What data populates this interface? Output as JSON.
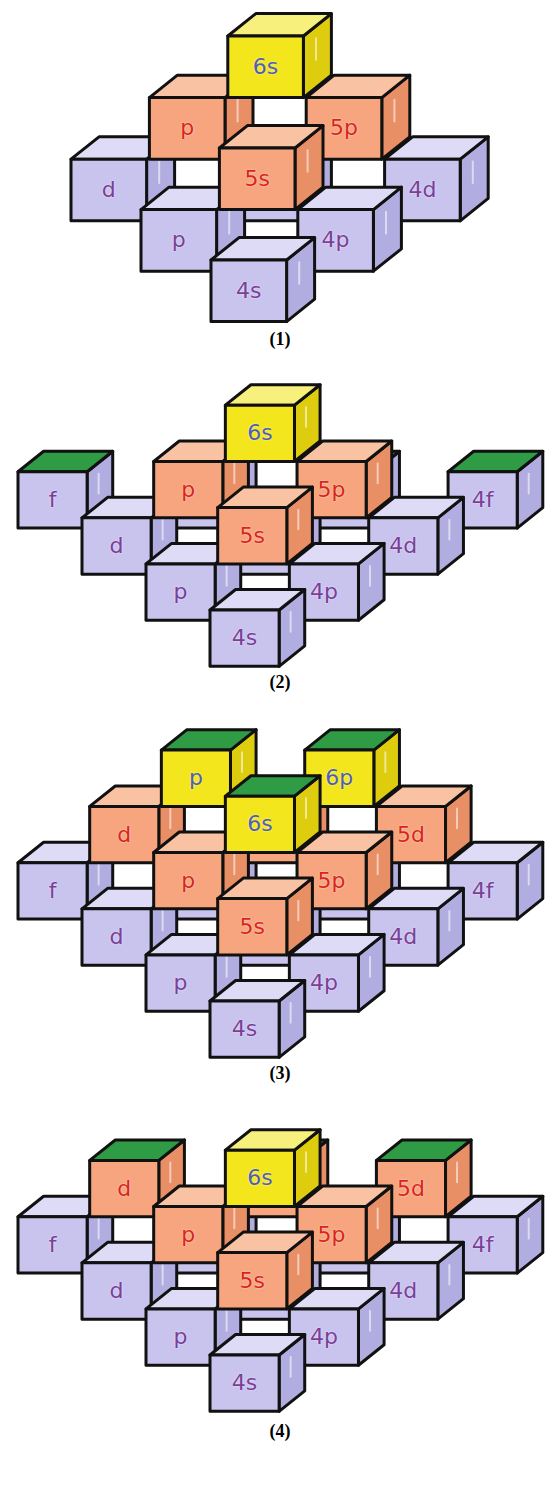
{
  "diagram": {
    "nodes": [
      {
        "text": [
          "6s"
        ]
      },
      {
        "text": [
          "p"
        ]
      },
      {
        "text": [
          "5p"
        ]
      },
      {
        "text": [
          "d"
        ]
      },
      {
        "text": [
          "5s"
        ]
      },
      {
        "text": [
          "4d"
        ]
      },
      {
        "text": [
          "p"
        ]
      },
      {
        "text": [
          "4p"
        ]
      },
      {
        "text": [
          "4s"
        ]
      },
      {
        "text": [
          "6s"
        ]
      },
      {
        "text": [
          "p"
        ]
      },
      {
        "text": [
          "5p"
        ]
      },
      {
        "text": [
          "f"
        ]
      },
      {
        "text": [
          "4f"
        ]
      },
      {
        "text": [
          "d"
        ]
      },
      {
        "text": [
          "5s"
        ]
      },
      {
        "text": [
          "4d"
        ]
      },
      {
        "text": [
          "p"
        ]
      },
      {
        "text": [
          "4p"
        ]
      },
      {
        "text": [
          "4s"
        ]
      },
      {
        "text": [
          "p"
        ]
      },
      {
        "text": [
          "6p"
        ]
      },
      {
        "text": [
          "d"
        ]
      },
      {
        "text": [
          "6s"
        ]
      },
      {
        "text": [
          "5d"
        ]
      },
      {
        "text": [
          "p"
        ]
      },
      {
        "text": [
          "5p"
        ]
      },
      {
        "text": [
          "f"
        ]
      },
      {
        "text": [
          "4f"
        ]
      },
      {
        "text": [
          "d"
        ]
      },
      {
        "text": [
          "5s"
        ]
      },
      {
        "text": [
          "4d"
        ]
      },
      {
        "text": [
          "p"
        ]
      },
      {
        "text": [
          "4p"
        ]
      },
      {
        "text": [
          "4s"
        ]
      },
      {
        "text": [
          "d"
        ]
      },
      {
        "text": [
          "6s"
        ]
      },
      {
        "text": [
          "5d"
        ]
      },
      {
        "text": [
          "p"
        ]
      },
      {
        "text": [
          "5p"
        ]
      },
      {
        "text": [
          "f"
        ]
      },
      {
        "text": [
          "4f"
        ]
      },
      {
        "text": [
          "d"
        ]
      },
      {
        "text": [
          "5s"
        ]
      },
      {
        "text": [
          "4d"
        ]
      },
      {
        "text": [
          "p"
        ]
      },
      {
        "text": [
          "4p"
        ]
      },
      {
        "text": [
          "4s"
        ]
      }
    ],
    "labels": [
      "(1)",
      "(2)",
      "(3)",
      "(4)"
    ]
  }
}
